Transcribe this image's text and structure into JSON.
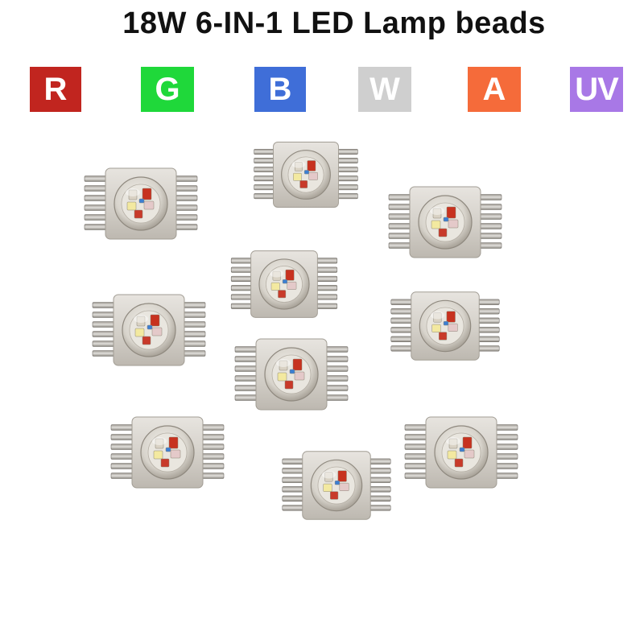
{
  "title": "18W 6-IN-1 LED Lamp beads",
  "swatches": [
    {
      "id": "r",
      "label": "R",
      "color": "#c1251f"
    },
    {
      "id": "g",
      "label": "G",
      "color": "#1fd83a"
    },
    {
      "id": "b",
      "label": "B",
      "color": "#3f6ed8"
    },
    {
      "id": "w",
      "label": "W",
      "color": "#cfcfcf"
    },
    {
      "id": "a",
      "label": "A",
      "color": "#f56b3a"
    },
    {
      "id": "uv",
      "label": "UV",
      "color": "#a878e6"
    }
  ],
  "bead_count": 10
}
